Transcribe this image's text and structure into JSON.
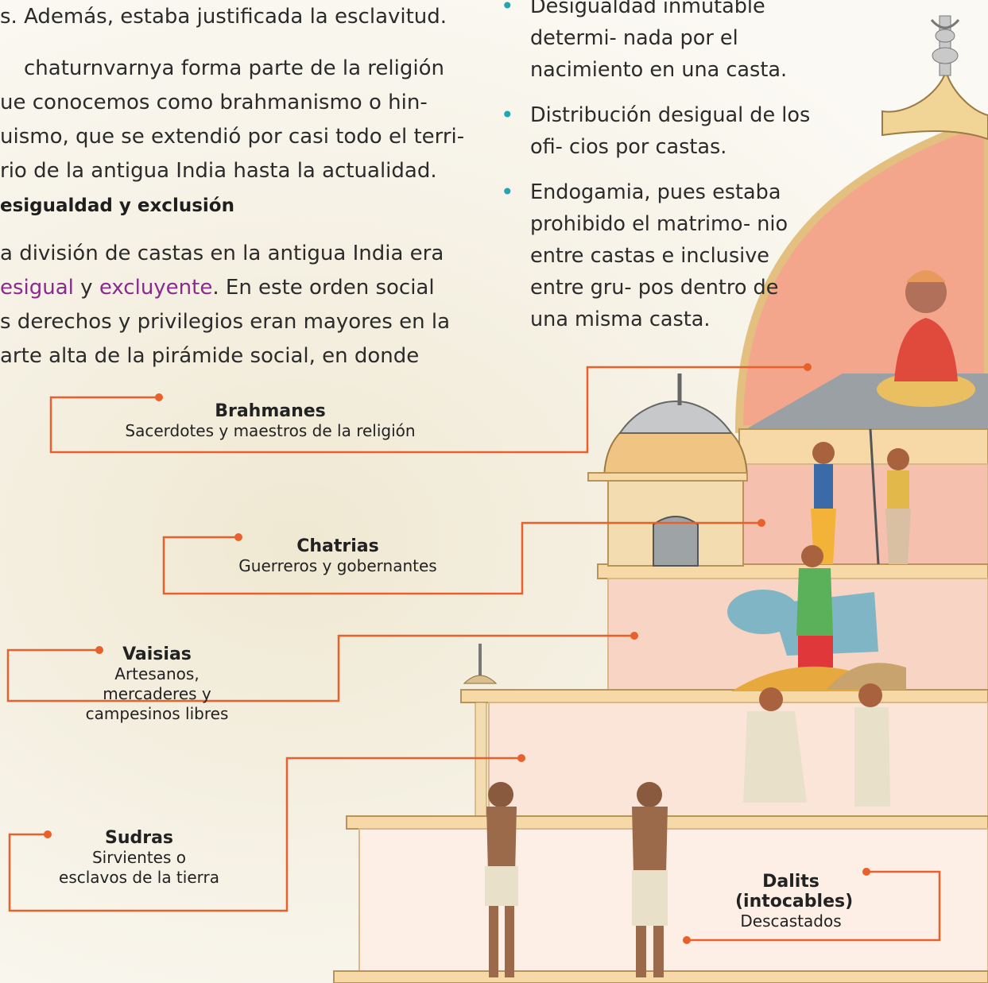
{
  "left_text": {
    "line1": "s. Además, estaba justificada la esclavitud.",
    "para2": [
      "chaturnvarnya forma parte de la religión",
      "ue conocemos como brahmanismo o hin-",
      "uismo, que se extendió por casi todo el terri-",
      "rio de la antigua India hasta la actualidad."
    ],
    "heading": "esigualdad y exclusión",
    "para3_line1": "a división de castas en la antigua India era",
    "para3_w1": "esigual",
    "para3_y": " y ",
    "para3_w2": "excluyente",
    "para3_rest": ". En este orden social",
    "para3_line3": "s derechos y privilegios eran mayores en la",
    "para3_line4": "arte alta de la pirámide social, en donde"
  },
  "bullets": [
    "Desigualdad inmutable determi- nada por el nacimiento en una casta.",
    "Distribución desigual de los ofi- cios por castas.",
    "Endogamia, pues estaba prohibido el matrimo- nio entre castas e inclusive entre gru- pos dentro de una misma casta."
  ],
  "castes": [
    {
      "name": "Brahmanes",
      "desc": "Sacerdotes y maestros de la religión"
    },
    {
      "name": "Chatrias",
      "desc": "Guerreros y gobernantes"
    },
    {
      "name": "Vaisias",
      "desc": "Artesanos, mercaderes y campesinos libres"
    },
    {
      "name": "Sudras",
      "desc": "Sirvientes o esclavos de la tierra"
    },
    {
      "name": "Dalits (intocables)",
      "desc": "Descastados"
    }
  ],
  "colors": {
    "leader": "#e8612c",
    "accent_purple": "#8b2a8e",
    "bullet": "#23a6b4",
    "dome": "#f3a68c",
    "tier2": "#f5c0ae",
    "tier3": "#f8d4c4",
    "tier4": "#fbe4d8",
    "tier5": "#fdeee6"
  }
}
